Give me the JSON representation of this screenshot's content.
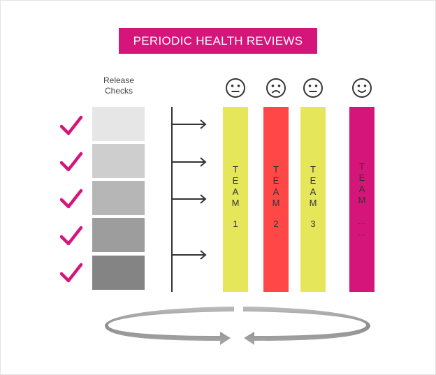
{
  "title": "PERIODIC HEALTH REVIEWS",
  "caption": "Release\nChecks",
  "colors": {
    "accent": "#d6157a",
    "yellow": "#e6e65a",
    "red": "#ff4747",
    "gray_shades": [
      "#e6e6e6",
      "#cecece",
      "#b6b6b6",
      "#9d9d9d",
      "#848484"
    ]
  },
  "checks": [
    {
      "icon": "checkmark-icon"
    },
    {
      "icon": "checkmark-icon"
    },
    {
      "icon": "checkmark-icon"
    },
    {
      "icon": "checkmark-icon"
    },
    {
      "icon": "checkmark-icon"
    }
  ],
  "teams": [
    {
      "word": "TEAM",
      "id": "1",
      "mood": "neutral-face-icon",
      "color": "#e6e65a"
    },
    {
      "word": "TEAM",
      "id": "2",
      "mood": "sad-face-icon",
      "color": "#ff4747"
    },
    {
      "word": "TEAM",
      "id": "3",
      "mood": "neutral-face-icon",
      "color": "#e6e65a"
    },
    {
      "word": "TEAM",
      "id": "…\n…",
      "mood": "happy-face-icon",
      "color": "#d6157a"
    }
  ]
}
